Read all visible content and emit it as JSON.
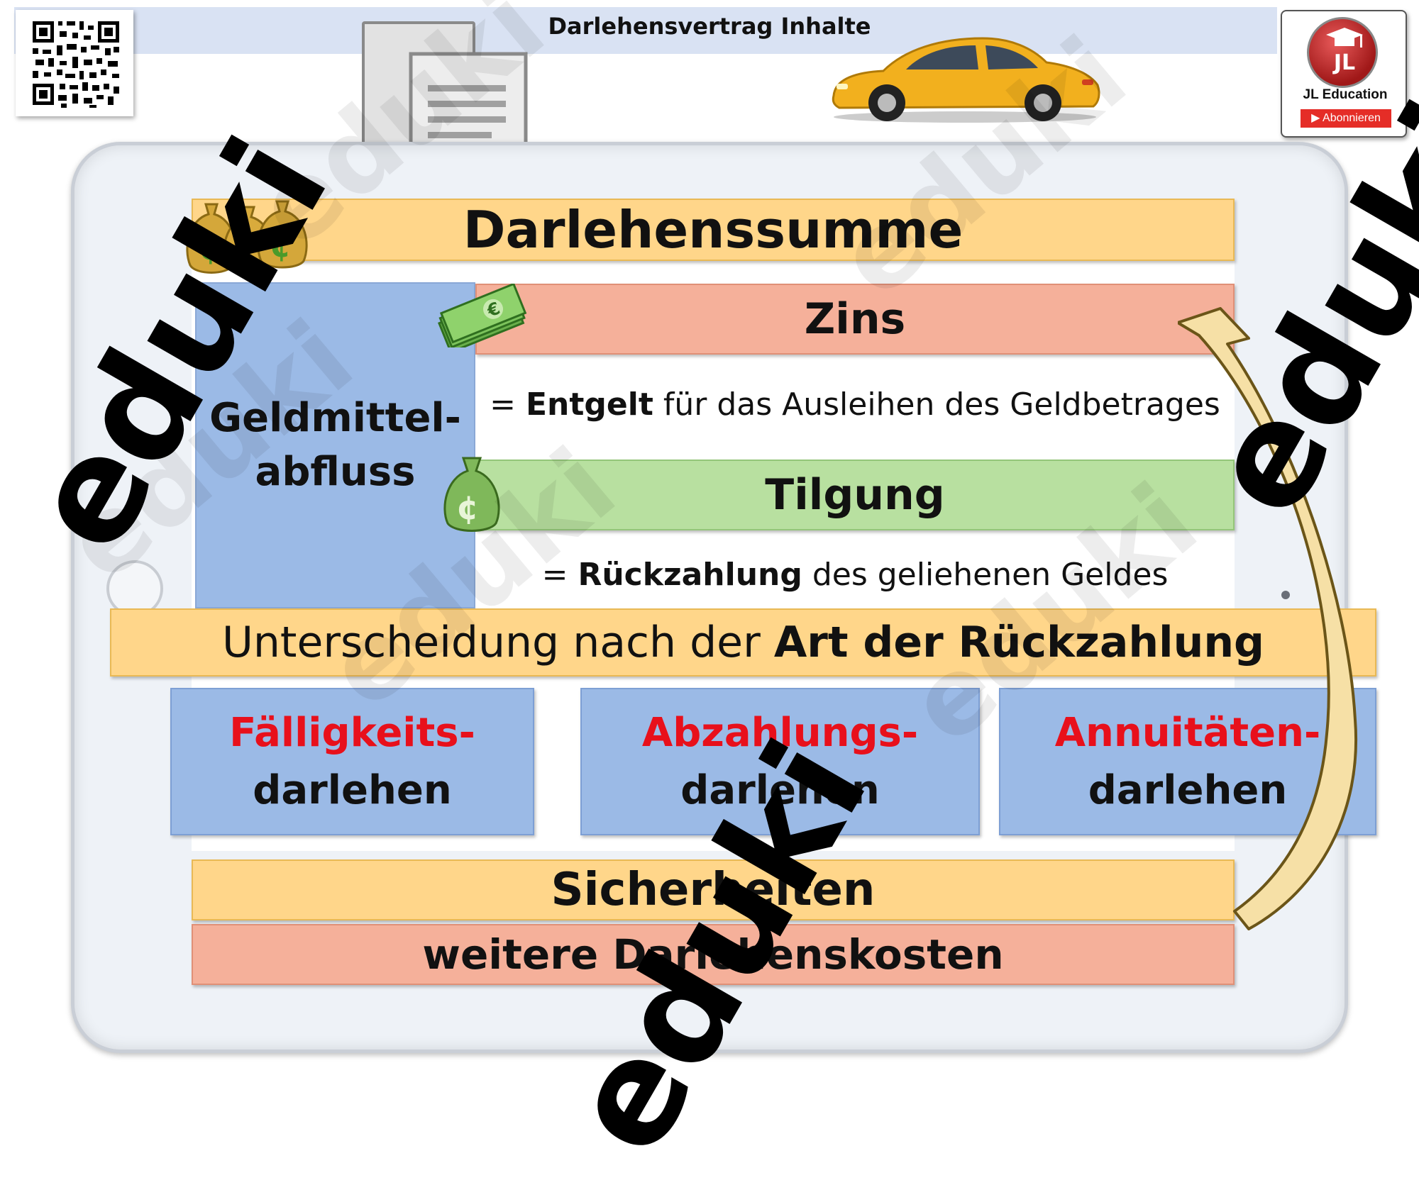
{
  "header": {
    "title": "Darlehensvertrag Inhalte"
  },
  "logo": {
    "initials": "JL",
    "name": "JL Education",
    "subscribe": "Abonnieren"
  },
  "diagram": {
    "sum_label": "Darlehenssumme",
    "outflow_line1": "Geldmittel-",
    "outflow_line2": "abfluss",
    "interest_label": "Zins",
    "interest_def_prefix": "= ",
    "interest_def_bold": "Entgelt",
    "interest_def_rest": " für das Ausleihen des Geldbetrages",
    "repayment_label": "Tilgung",
    "repayment_def_prefix": "= ",
    "repayment_def_bold": "Rückzahlung",
    "repayment_def_rest": " des geliehenen Geldes",
    "distinction_plain": "Unterscheidung nach der ",
    "distinction_bold": "Art der Rückzahlung",
    "types": [
      {
        "line1": "Fälligkeits-",
        "line2": "darlehen"
      },
      {
        "line1": "Abzahlungs-",
        "line2": "darlehen"
      },
      {
        "line1": "Annuitäten-",
        "line2": "darlehen"
      }
    ],
    "securities_label": "Sicherheiten",
    "costs_label": "weitere Darlehenskosten"
  },
  "watermark": {
    "text": "eduki"
  },
  "colors": {
    "yellow_bar": "#ffd68a",
    "salmon_bar": "#f5b09a",
    "green_bar": "#b8e0a0",
    "blue_box": "#9bbae6",
    "red_text": "#e8101b"
  }
}
